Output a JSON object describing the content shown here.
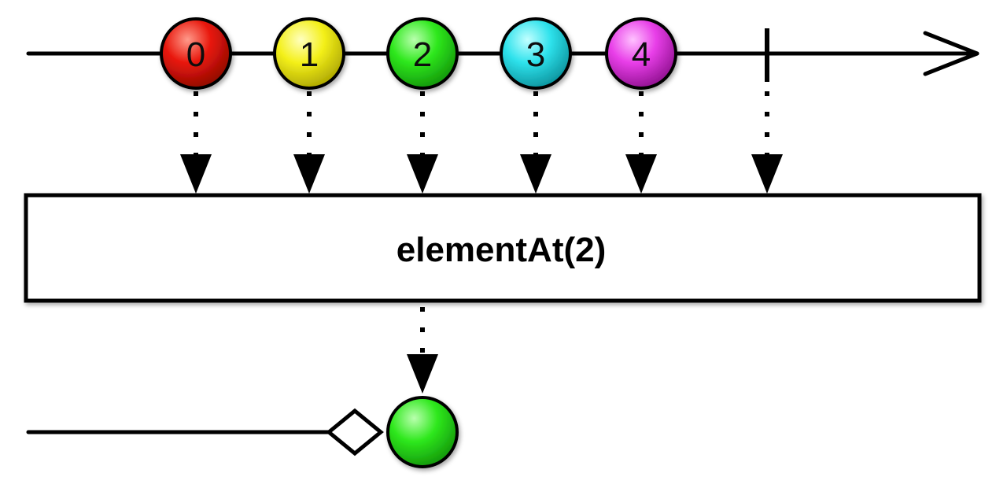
{
  "operator": {
    "label": "elementAt(2)"
  },
  "input": {
    "marbles": [
      {
        "label": "0",
        "color": "#e8160b"
      },
      {
        "label": "1",
        "color": "#f4f01a"
      },
      {
        "label": "2",
        "color": "#2ee81c"
      },
      {
        "label": "3",
        "color": "#2ee2ec"
      },
      {
        "label": "4",
        "color": "#e83ee8"
      }
    ],
    "terminates": "completion"
  },
  "output": {
    "marbles": [
      {
        "label": "",
        "color": "#2ee81c"
      }
    ],
    "terminates": "completion-diamond"
  }
}
